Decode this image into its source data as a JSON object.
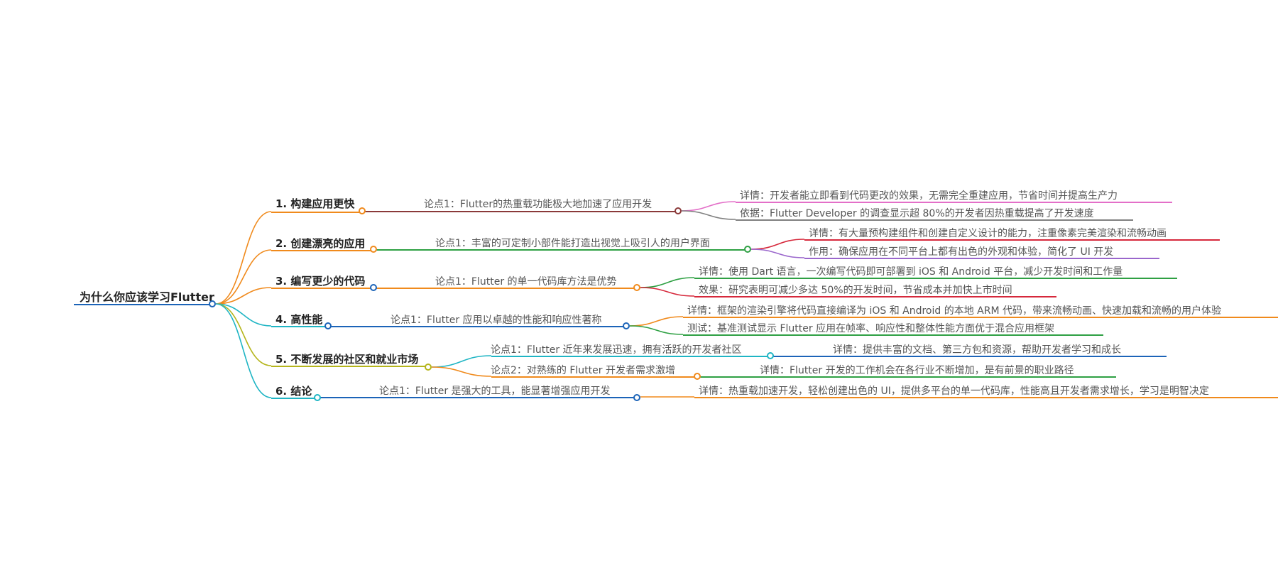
{
  "root": {
    "label": "为什么你应该学习Flutter",
    "color": "#1c64b8"
  },
  "branches": [
    {
      "label": "1. 构建应用更快",
      "color": "#f08a1c",
      "points": [
        {
          "label": "论点1：Flutter的热重载功能极大地加速了应用开发",
          "color": "#8b3a3a",
          "details": [
            {
              "label": "详情：开发者能立即看到代码更改的效果，无需完全重建应用，节省时间并提高生产力",
              "color": "#e36fc8"
            },
            {
              "label": "依据：Flutter Developer 的调查显示超 80%的开发者因热重载提高了开发速度",
              "color": "#808080"
            }
          ]
        }
      ]
    },
    {
      "label": "2. 创建漂亮的应用",
      "color": "#f08a1c",
      "points": [
        {
          "label": "论点1：丰富的可定制小部件能打造出视觉上吸引人的用户界面",
          "color": "#2ea043",
          "details": [
            {
              "label": "详情：有大量预构建组件和创建自定义设计的能力，注重像素完美渲染和流畅动画",
              "color": "#d6283b"
            },
            {
              "label": "作用：确保应用在不同平台上都有出色的外观和体验，简化了 UI 开发",
              "color": "#9a66cc"
            }
          ]
        }
      ]
    },
    {
      "label": "3. 编写更少的代码",
      "color": "#f08a1c",
      "points": [
        {
          "label": "论点1：Flutter 的单一代码库方法是优势",
          "color": "#f08a1c",
          "details": [
            {
              "label": "详情：使用 Dart 语言，一次编写代码即可部署到 iOS 和 Android 平台，减少开发时间和工作量",
              "color": "#2ea043"
            },
            {
              "label": "效果：研究表明可减少多达 50%的开发时间，节省成本并加快上市时间",
              "color": "#d6283b"
            }
          ]
        }
      ]
    },
    {
      "label": "4. 高性能",
      "color": "#1fb5c4",
      "points": [
        {
          "label": "论点1：Flutter 应用以卓越的性能和响应性著称",
          "color": "#1c64b8",
          "details": [
            {
              "label": "详情：框架的渲染引擎将代码直接编译为 iOS 和 Android 的本地 ARM 代码，带来流畅动画、快速加载和流畅的用户体验",
              "color": "#f08a1c"
            },
            {
              "label": "测试：基准测试显示 Flutter 应用在帧率、响应性和整体性能方面优于混合应用框架",
              "color": "#2ea043"
            }
          ]
        }
      ]
    },
    {
      "label": "5. 不断发展的社区和就业市场",
      "color": "#b5b51c",
      "points": [
        {
          "label": "论点1：Flutter 近年来发展迅速，拥有活跃的开发者社区",
          "color": "#1fb5c4",
          "details": [
            {
              "label": "详情：提供丰富的文档、第三方包和资源，帮助开发者学习和成长",
              "color": "#1c64b8"
            }
          ]
        },
        {
          "label": "论点2：对熟练的 Flutter 开发者需求激增",
          "color": "#f08a1c",
          "details": [
            {
              "label": "详情：Flutter 开发的工作机会在各行业不断增加，是有前景的职业路径",
              "color": "#2ea043"
            }
          ]
        }
      ]
    },
    {
      "label": "6. 结论",
      "color": "#1fb5c4",
      "points": [
        {
          "label": "论点1：Flutter 是强大的工具，能显著增强应用开发",
          "color": "#1c64b8",
          "details": [
            {
              "label": "详情：热重载加速开发，轻松创建出色的 UI，提供多平台的单一代码库，性能高且开发者需求增长，学习是明智决定",
              "color": "#f08a1c"
            }
          ]
        }
      ]
    }
  ]
}
